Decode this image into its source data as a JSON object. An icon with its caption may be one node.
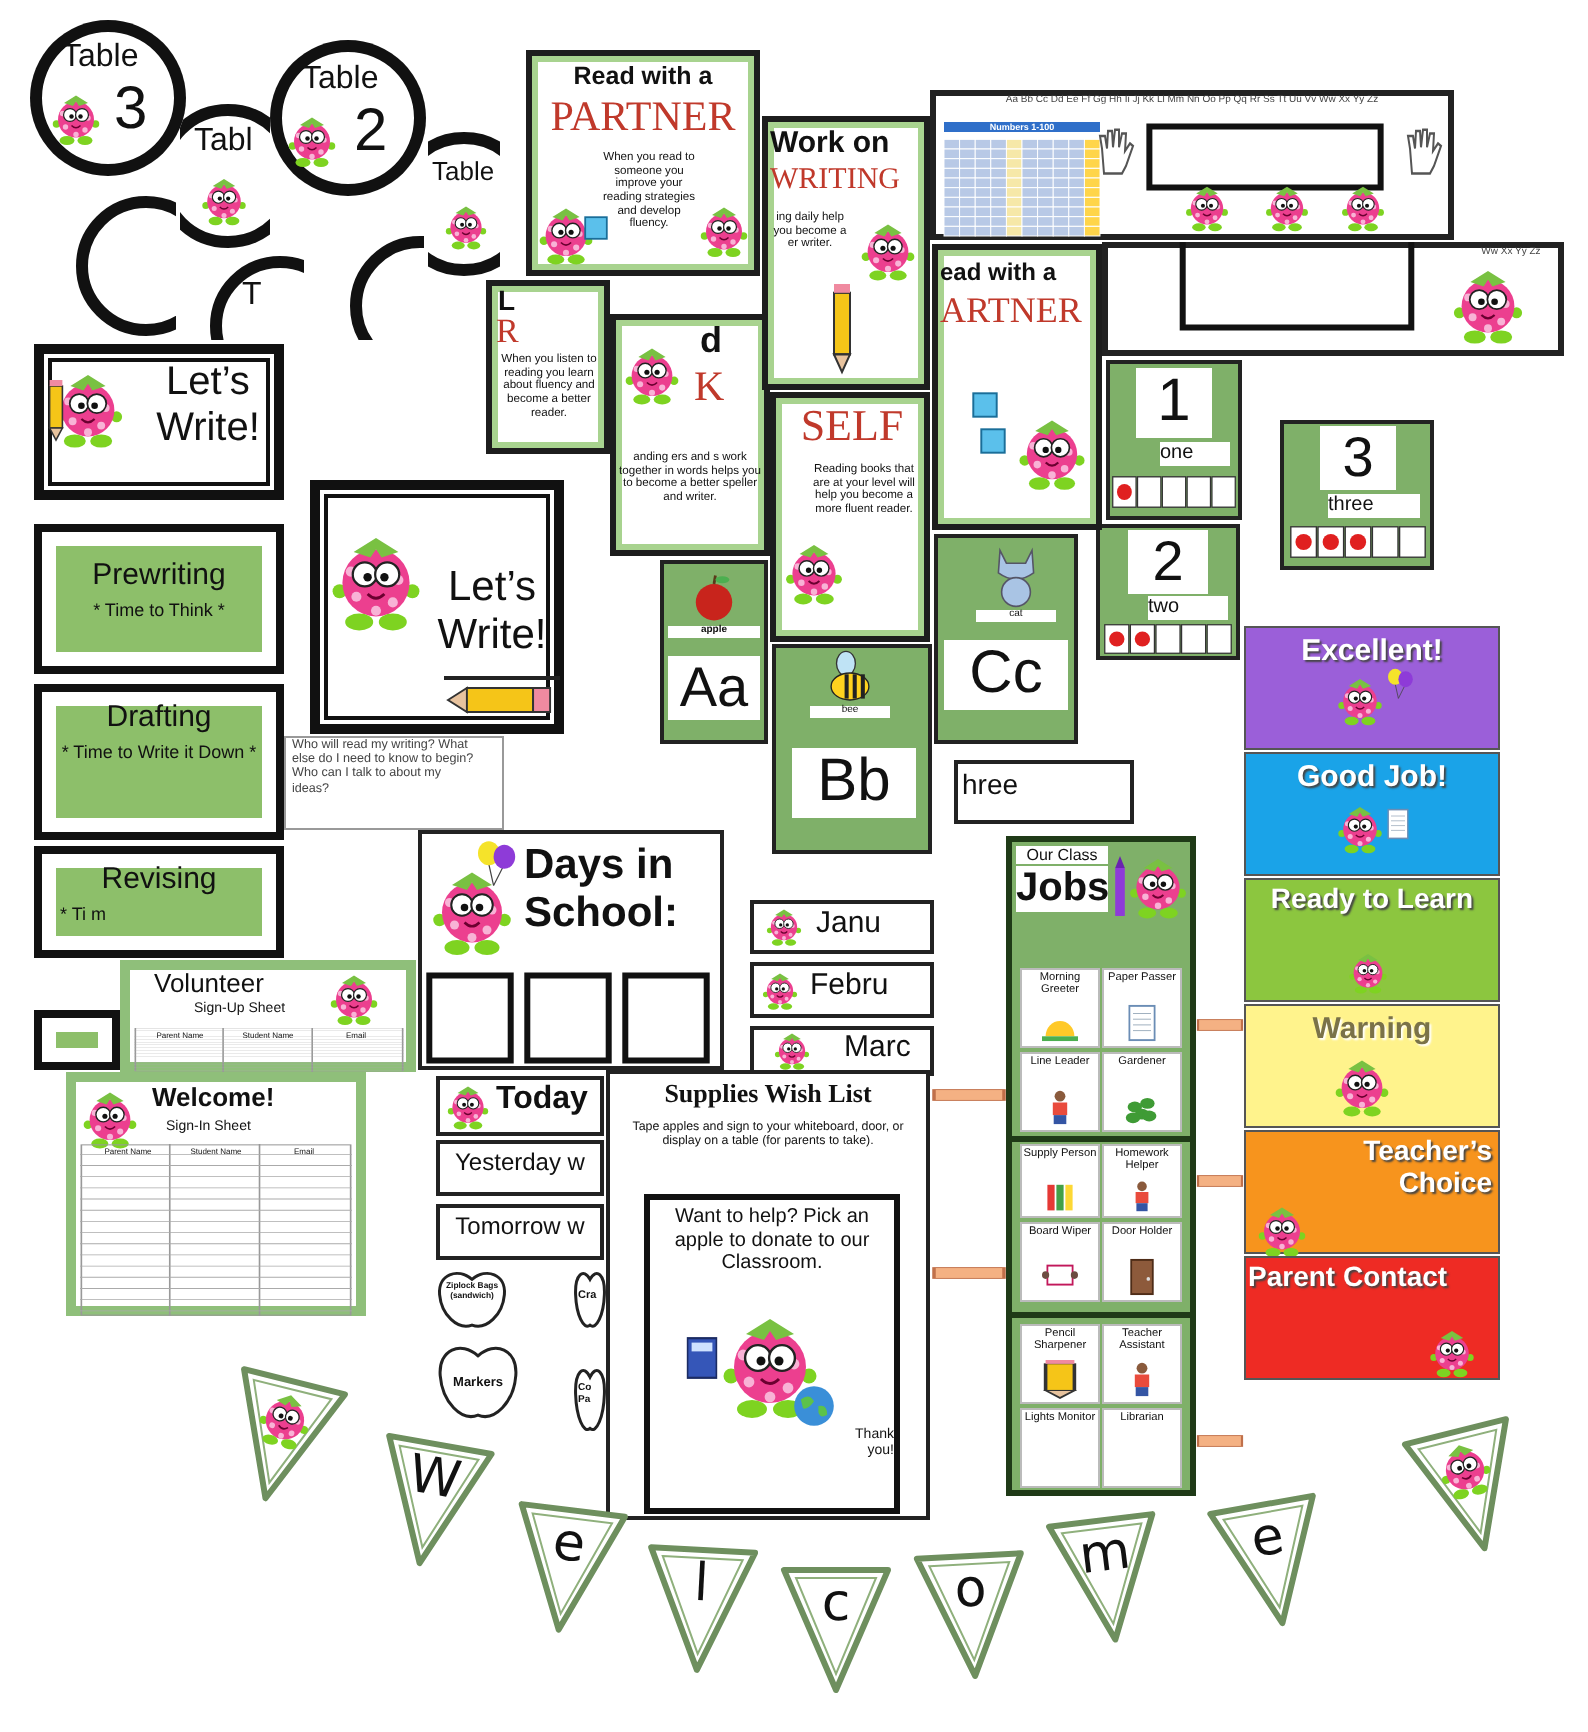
{
  "diagram": {
    "nodes": [
      {
        "text": [
          "Table",
          "3"
        ]
      },
      {
        "text": [
          "Tabl"
        ]
      },
      {
        "text": [
          "Table",
          "2"
        ]
      },
      {
        "text": [
          "Table"
        ]
      },
      {
        "text": [
          "T"
        ]
      },
      {
        "text": [],
        "shape": "circle"
      },
      {
        "text": [],
        "shape": "circle"
      },
      {
        "text": [
          "L",
          "R",
          "When you listen to reading you learn about fluency and become a better reader."
        ]
      },
      {
        "text": [
          "Read with a",
          "PARTNER",
          "When you read to someone you improve your reading strategies and develop fluency."
        ]
      },
      {
        "text": [
          "Work on",
          "WRITING",
          "ing daily help you become a er writer."
        ]
      },
      {
        "text": [
          "d",
          "K",
          "anding ers and s work together in words helps you to become a better speller and writer."
        ]
      },
      {
        "text": [
          "SELF",
          "Reading books that are at your level will help you become a more fluent reader."
        ]
      },
      {
        "text": [
          "ead with a",
          "ARTNER"
        ]
      },
      {
        "text": [
          "Aa Bb Cc Dd Ee Ff Gg Hh Ii Jj Kk Ll Mm Nn Oo Pp Qq Rr Ss Tt Uu Vv Ww Xx Yy Zz",
          "Numbers 1-100"
        ]
      },
      {
        "text": [
          "Ww Xx Yy Zz"
        ]
      },
      {
        "text": [
          "Let’s Write!"
        ]
      },
      {
        "text": [
          "Prewriting",
          "* Time to Think *"
        ]
      },
      {
        "text": [
          "Drafting",
          "* Time to Write it Down *"
        ]
      },
      {
        "text": [
          "Revising",
          "* Ti m"
        ]
      },
      {
        "text": [],
        "shape": "box"
      },
      {
        "text": [
          "Let’s Write!"
        ]
      },
      {
        "text": [
          "Who will read my writing? What else do I need to know to begin? Who can I talk to about my ideas?"
        ]
      },
      {
        "text": [
          "apple",
          "Aa"
        ]
      },
      {
        "text": [
          "bee",
          "Bb"
        ]
      },
      {
        "text": [
          "cat",
          "Cc"
        ]
      },
      {
        "text": [
          "hree"
        ]
      },
      {
        "text": [
          "1",
          "one"
        ]
      },
      {
        "text": [
          "2",
          "two"
        ]
      },
      {
        "text": [
          "3",
          "three"
        ]
      },
      {
        "text": [
          "Days in School:"
        ]
      },
      {
        "text": [
          "Today"
        ]
      },
      {
        "text": [
          "Yesterday w"
        ]
      },
      {
        "text": [
          "Tomorrow w"
        ]
      },
      {
        "text": [
          "Janu"
        ]
      },
      {
        "text": [
          "Febru"
        ]
      },
      {
        "text": [
          "Marc"
        ]
      },
      {
        "text": [
          "Volunteer",
          "Sign-Up Sheet",
          "Parent Name",
          "Student Name",
          "Email"
        ]
      },
      {
        "text": [
          "Welcome!",
          "Sign-In Sheet",
          "Parent Name",
          "Student Name",
          "Email"
        ]
      },
      {
        "text": [
          "Supplies Wish List",
          "Tape apples and sign to your whiteboard, door, or display on a table (for parents to take)."
        ]
      },
      {
        "text": [
          "Want to help? Pick an apple to donate to our Classroom.",
          "Thank you!"
        ],
        "in": 38
      },
      {
        "text": [
          "Ziplock Bags (sandwich)"
        ]
      },
      {
        "text": [
          "Cra"
        ]
      },
      {
        "text": [
          "Markers"
        ]
      },
      {
        "text": [
          "Co Pa"
        ]
      },
      {
        "text": [
          "Our Class",
          "Jobs"
        ]
      },
      {
        "text": [
          "Morning Greeter"
        ],
        "in": 44
      },
      {
        "text": [
          "Paper Passer"
        ],
        "in": 44
      },
      {
        "text": [
          "Line Leader"
        ],
        "in": 44
      },
      {
        "text": [
          "Gardener"
        ],
        "in": 44
      },
      {
        "text": [
          "Supply Person"
        ],
        "in": 44
      },
      {
        "text": [
          "Homework Helper"
        ],
        "in": 44
      },
      {
        "text": [
          "Board Wiper"
        ],
        "in": 44
      },
      {
        "text": [
          "Door Holder"
        ],
        "in": 44
      },
      {
        "text": [
          "Pencil Sharpener"
        ],
        "in": 44
      },
      {
        "text": [
          "Teacher Assistant"
        ],
        "in": 44
      },
      {
        "text": [
          "Lights Monitor"
        ],
        "in": 44
      },
      {
        "text": [
          "Librarian"
        ],
        "in": 44
      },
      {
        "text": [
          "Excellent!"
        ]
      },
      {
        "text": [
          "Good Job!"
        ]
      },
      {
        "text": [
          "Ready to Learn"
        ]
      },
      {
        "text": [
          "Warning"
        ]
      },
      {
        "text": [
          "Teacher’s Choice"
        ]
      },
      {
        "text": [
          "Parent Contact"
        ]
      },
      {
        "text": [],
        "shape": "triangle"
      },
      {
        "text": [
          "W"
        ]
      },
      {
        "text": [
          "e"
        ]
      },
      {
        "text": [
          "l"
        ]
      },
      {
        "text": [
          "c"
        ]
      },
      {
        "text": [
          "o"
        ]
      },
      {
        "text": [
          "m"
        ]
      },
      {
        "text": [
          "e"
        ]
      },
      {
        "text": [],
        "shape": "triangle"
      }
    ]
  }
}
